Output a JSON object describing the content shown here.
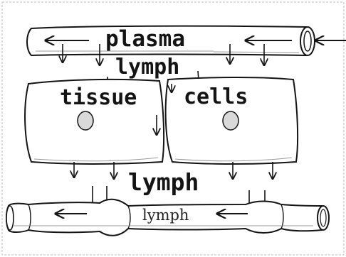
{
  "diagram": {
    "labels": {
      "plasma": "plasma",
      "lymph_top": "lymph",
      "tissue": "tissue",
      "cells": "cells",
      "lymph_mid": "lymph",
      "lymph_vessel": "lymph"
    },
    "colors": {
      "ink": "#141414",
      "paper": "#ffffff",
      "nucleus": "#d9d9d9",
      "shade": "#9a9a9a"
    }
  }
}
